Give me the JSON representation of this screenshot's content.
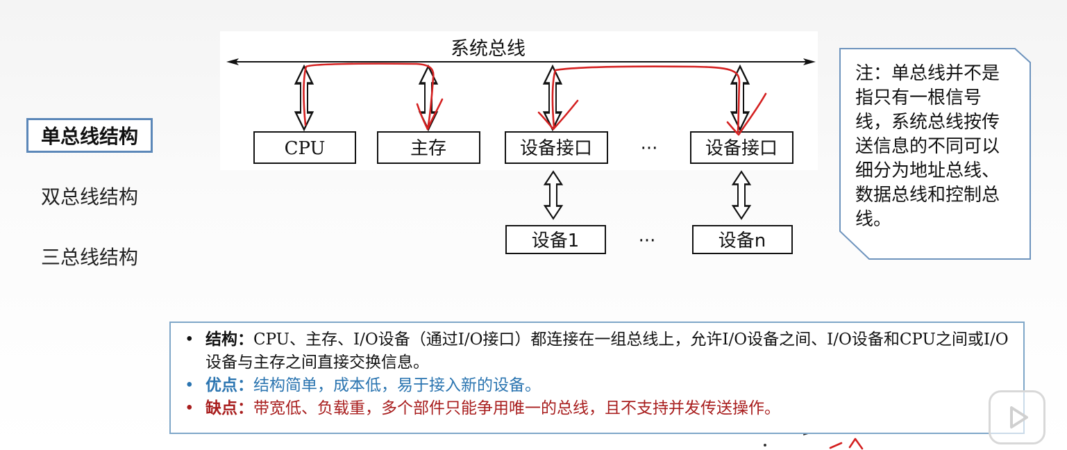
{
  "nav": {
    "items": [
      {
        "label": "单总线结构",
        "active": true
      },
      {
        "label": "双总线结构",
        "active": false
      },
      {
        "label": "三总线结构",
        "active": false
      }
    ]
  },
  "diagram": {
    "bus_label": "系统总线",
    "modules": [
      "CPU",
      "主存",
      "设备接口",
      "设备接口"
    ],
    "devices": [
      "设备1",
      "设备n"
    ],
    "ellipsis": "···"
  },
  "note": {
    "text": "注：单总线并不是指只有一根信号线，系统总线按传送信息的不同可以细分为地址总线、数据总线和控制总线。"
  },
  "info": {
    "structure_term": "结构：",
    "structure_text": "CPU、主存、I/O设备（通过I/O接口）都连接在一组总线上，允许I/O设备之间、I/O设备和CPU之间或I/O设备与主存之间直接交换信息。",
    "advantage_term": "优点：",
    "advantage_text": "结构简单，成本低，易于接入新的设备。",
    "disadvantage_term": "缺点：",
    "disadvantage_text": "带宽低、负载重，多个部件只能争用唯一的总线，且不支持并发传送操作。",
    "bullet": "•"
  },
  "colors": {
    "annotation": "#d42020",
    "advantage": "#2a74b0",
    "disadvantage": "#a81d1d",
    "frame": "#7ea6c8"
  },
  "icons": [
    "play-icon",
    "pen-cursor-icon"
  ]
}
